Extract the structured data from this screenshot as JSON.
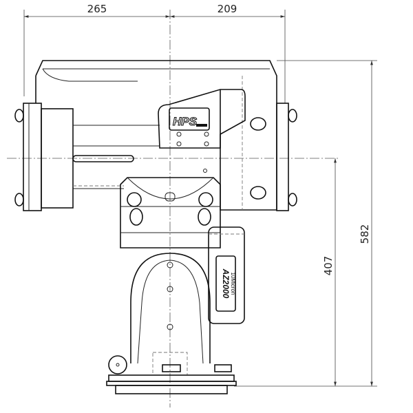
{
  "dimensions": {
    "left_width": "265",
    "right_width": "209",
    "total_height": "582",
    "axis_height": "407"
  },
  "labels": {
    "hps_logo": "HPS",
    "model_logo": "AZ2000",
    "brand_logo": "10Micron"
  },
  "colors": {
    "line": "#111111",
    "background": "#ffffff"
  }
}
